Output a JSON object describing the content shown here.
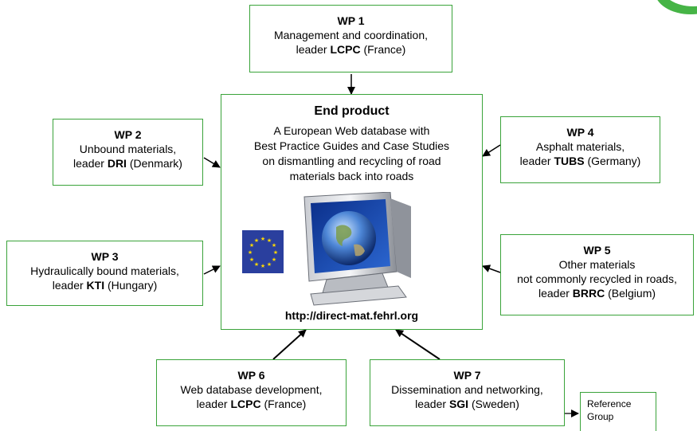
{
  "wp1": {
    "title": "WP 1",
    "line1": "Management and coordination,",
    "leader_prefix": "leader ",
    "leader": "LCPC",
    "leader_suffix": " (France)"
  },
  "wp2": {
    "title": "WP 2",
    "line1": "Unbound materials,",
    "leader_prefix": "leader ",
    "leader": "DRI",
    "leader_suffix": " (Denmark)"
  },
  "wp3": {
    "title": "WP 3",
    "line1": "Hydraulically bound materials,",
    "leader_prefix": "leader ",
    "leader": "KTI",
    "leader_suffix": " (Hungary)"
  },
  "wp4": {
    "title": "WP 4",
    "line1": "Asphalt materials,",
    "leader_prefix": "leader ",
    "leader": "TUBS",
    "leader_suffix": " (Germany)"
  },
  "wp5": {
    "title": "WP 5",
    "line1": "Other materials",
    "line2": "not commonly recycled in roads,",
    "leader_prefix": "leader ",
    "leader": "BRRC",
    "leader_suffix": " (Belgium)"
  },
  "wp6": {
    "title": "WP 6",
    "line1": "Web database development,",
    "leader_prefix": "leader ",
    "leader": "LCPC",
    "leader_suffix": " (France)"
  },
  "wp7": {
    "title": "WP 7",
    "line1": "Dissemination and networking,",
    "leader_prefix": "leader ",
    "leader": "SGI",
    "leader_suffix": " (Sweden)"
  },
  "center": {
    "title": "End product",
    "lines": [
      "A European Web database with",
      "Best Practice Guides and Case Studies",
      "on dismantling and recycling of road",
      "materials back into roads"
    ],
    "url": "http://direct-mat.fehrl.org"
  },
  "reference": {
    "line1": "Reference",
    "line2": "Group"
  },
  "colors": {
    "border": "#3aa33a",
    "flag": "#2a3f9e",
    "stars": "#ffd800",
    "arrow": "#000000"
  },
  "icons": {
    "flag": "eu-flag-icon",
    "monitor": "computer-monitor-icon"
  }
}
